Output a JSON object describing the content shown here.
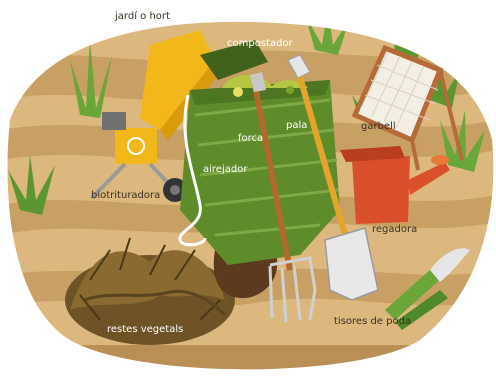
{
  "labels": {
    "garden": "jardí o hort",
    "composter": "compostador",
    "shredder": "biotrituradora",
    "fork": "forca",
    "shovel": "pala",
    "aerator": "airejador",
    "sieve": "garbell",
    "watering_can": "regadora",
    "plant_waste": "restes vegetals",
    "pruning_shears": "tisores de poda"
  },
  "colors": {
    "soil": "#d8b47a",
    "soil_dark": "#c49a5c",
    "composter_green": "#5e8c2a",
    "shredder_yellow": "#f2b719",
    "watering_can_red": "#d9502a",
    "grass_green": "#6aa63a"
  }
}
